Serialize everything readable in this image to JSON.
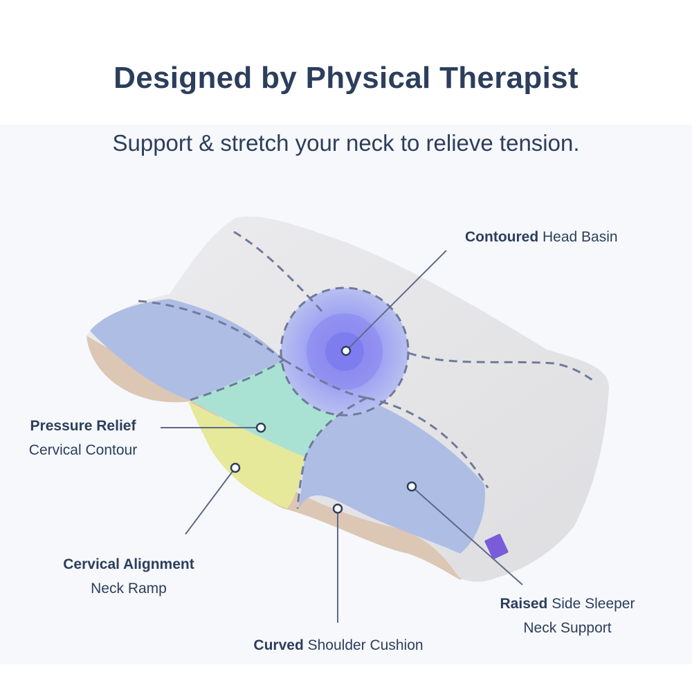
{
  "header": {
    "title": "Designed by Physical Therapist",
    "subtitle": "Support & stretch your neck to relieve tension."
  },
  "callouts": {
    "head_basin": {
      "bold": "Contoured",
      "rest": " Head Basin"
    },
    "pressure_relief": {
      "line1": "Pressure Relief",
      "line2": "Cervical Contour"
    },
    "cervical_alignment": {
      "line1": "Cervical Alignment",
      "line2": "Neck Ramp"
    },
    "shoulder_cushion": {
      "bold": "Curved",
      "rest": " Shoulder Cushion"
    },
    "side_sleeper": {
      "bold": "Raised",
      "rest": " Side Sleeper",
      "line2": "Neck Support"
    }
  },
  "colors": {
    "text": "#2c3e5c",
    "pillow_gray": "#e4e4e6",
    "pillow_side": "#dcc6b4",
    "zone_blue": "#aebde4",
    "zone_green": "#a9e2d2",
    "zone_yellow": "#e6e89a",
    "basin_purple": "#8d8cf0"
  }
}
